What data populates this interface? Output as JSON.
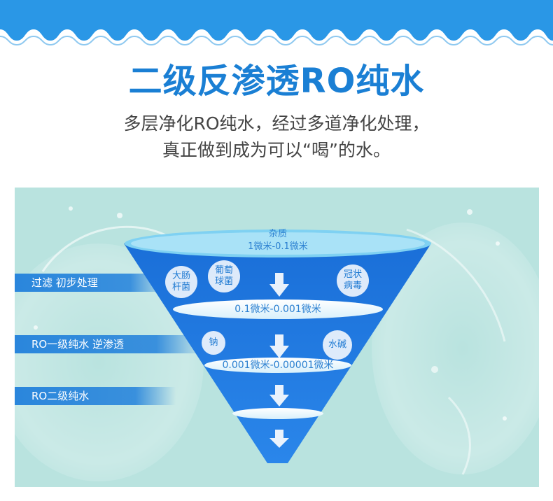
{
  "title": "二级反渗透RO纯水",
  "subtitle_line1": "多层净化RO纯水，经过多道净化处理，",
  "subtitle_line2": "真正做到成为可以“喝”的水。",
  "colors": {
    "brand_blue": "#1a7fd4",
    "funnel_blue": "#1e6fd9",
    "panel_bg": "#b9e3df"
  },
  "side_labels": [
    {
      "text": "过滤 初步处理"
    },
    {
      "text": "RO一级纯水 逆渗透"
    },
    {
      "text": "RO二级纯水"
    }
  ],
  "funnel": {
    "layer1_title": "杂质",
    "layer1_range": "1微米-0.1微米",
    "layer2_range": "0.1微米-0.001微米",
    "layer3_range": "0.001微米-0.00001微米"
  },
  "bubbles": {
    "ecoli": "大肠\n杆菌",
    "staph": "葡萄\n球菌",
    "virus": "冠状\n病毒",
    "sodium": "钠",
    "alkali": "水碱"
  },
  "icons": [
    "arrow-down-icon"
  ]
}
